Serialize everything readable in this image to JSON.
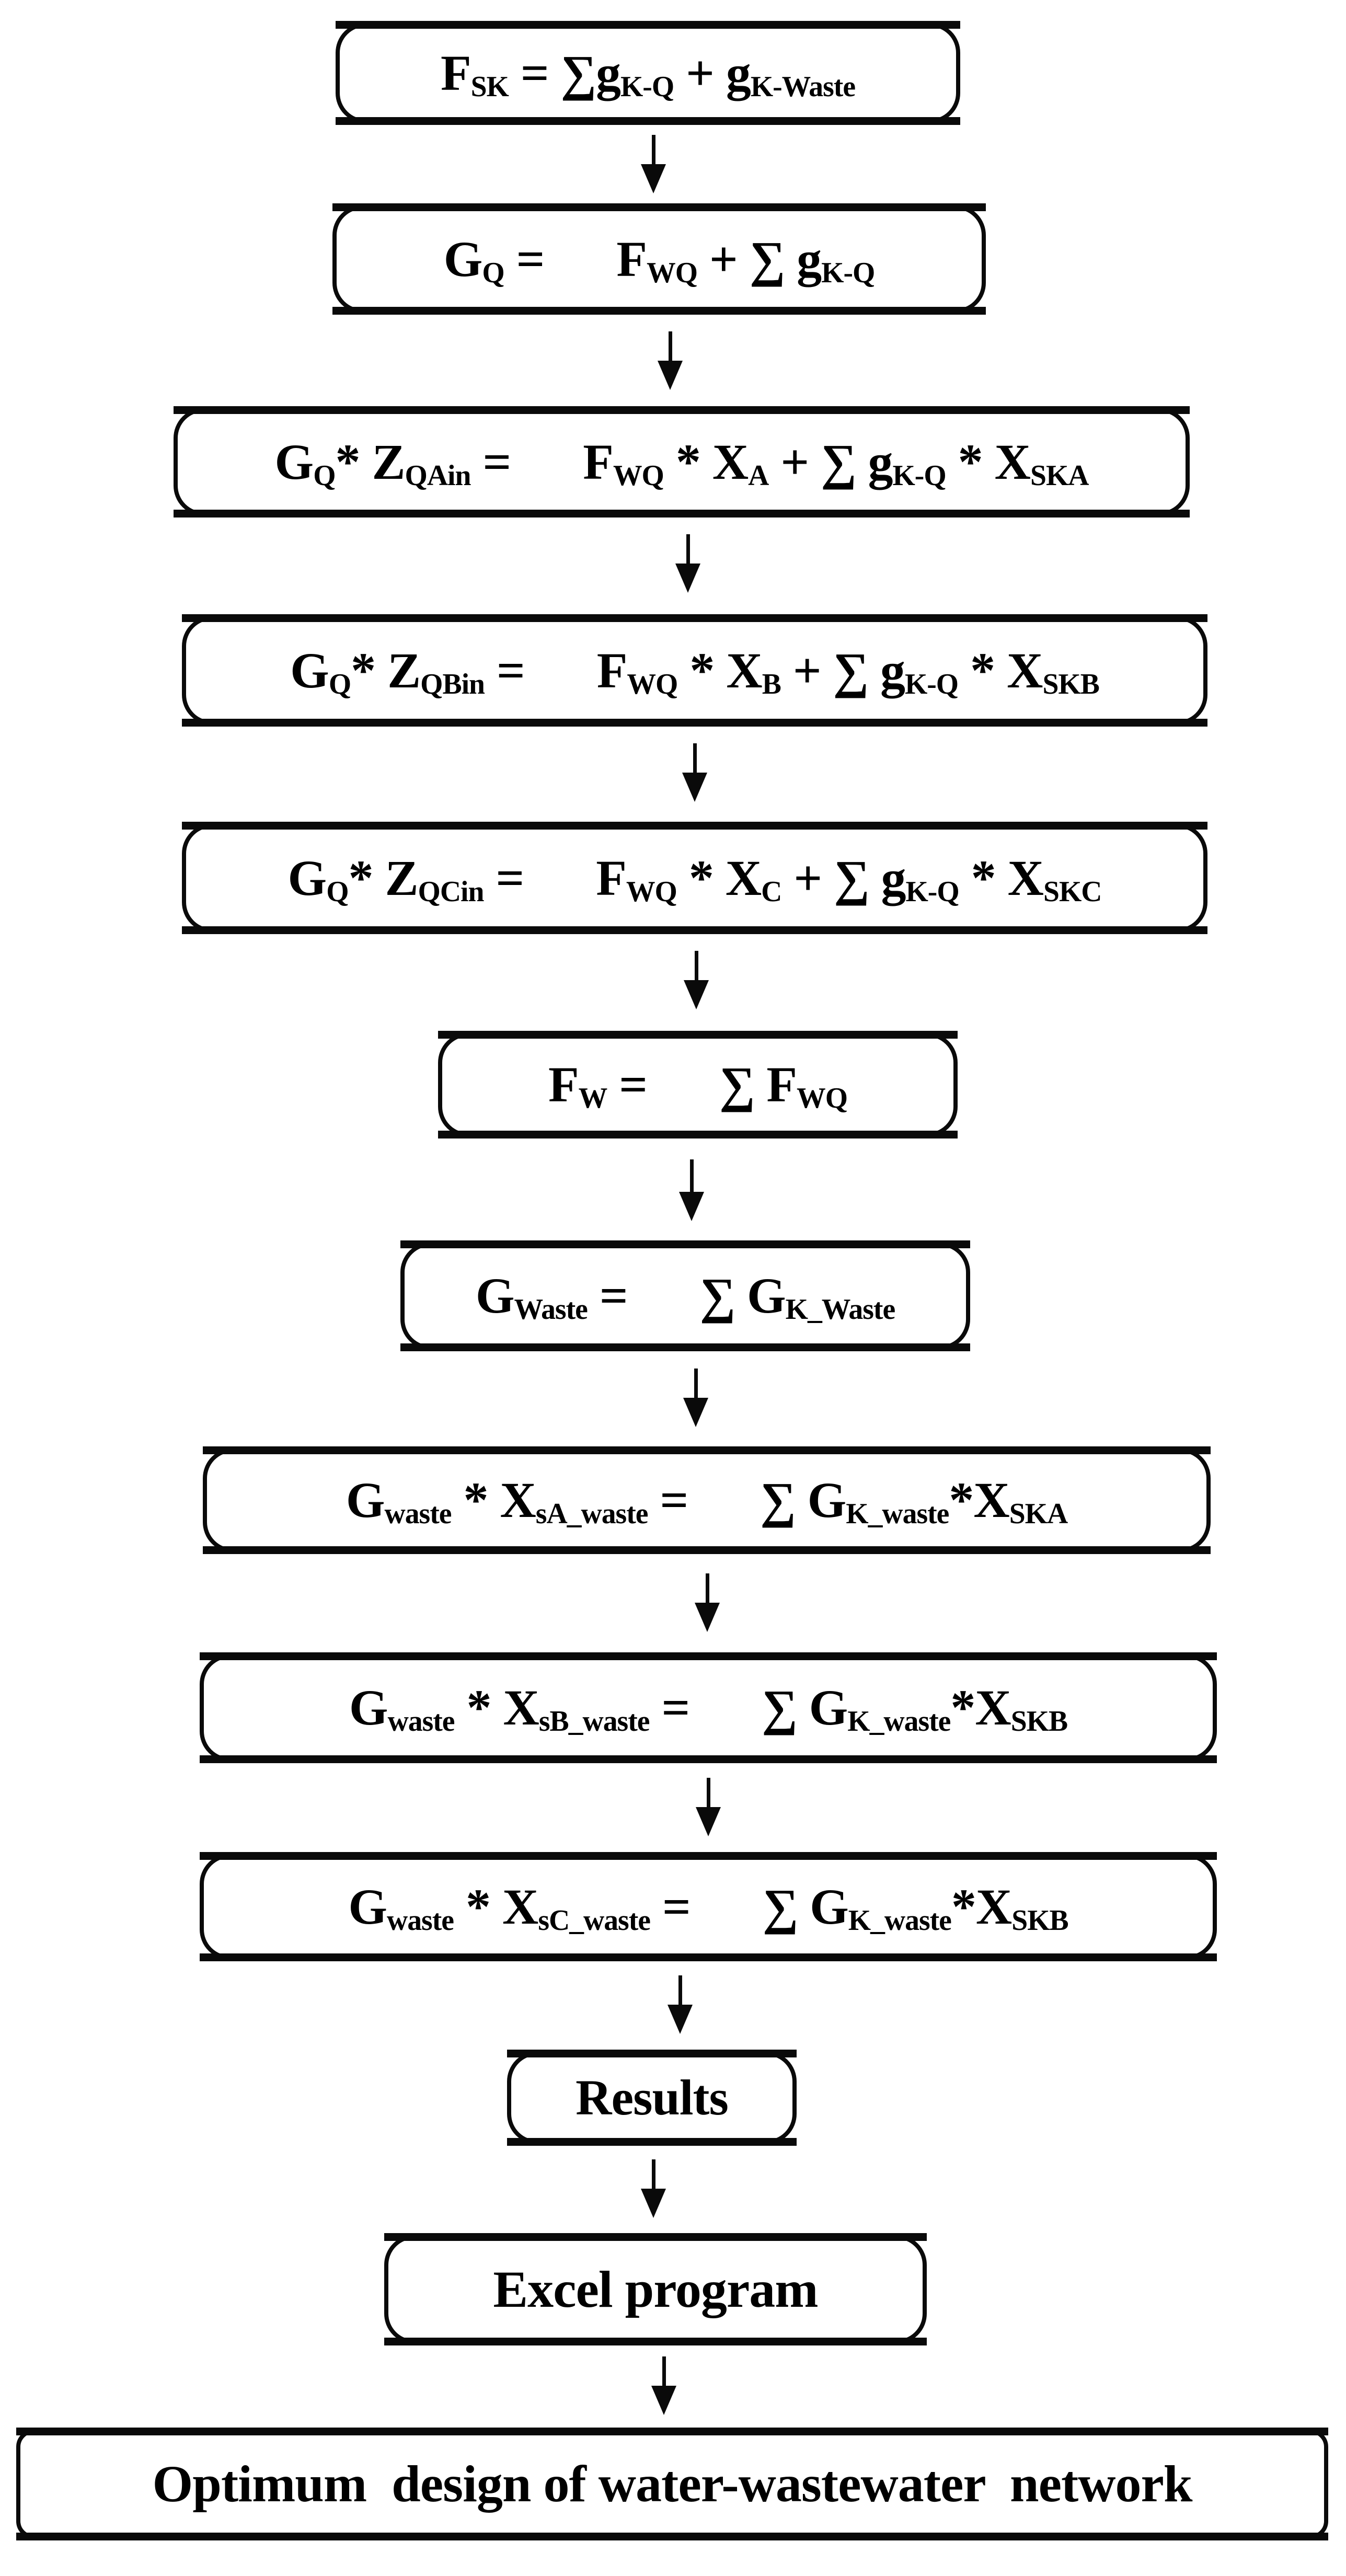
{
  "flowchart": {
    "ink_color": "#0a0a0a",
    "background_color": "#ffffff",
    "connector_icon": "arrow-down",
    "boxes": [
      {
        "name": "fsk",
        "tokens": [
          {
            "t": "F",
            "s": "SK"
          },
          {
            "t": " = ∑g",
            "s": "K-Q"
          },
          {
            "t": " + g",
            "s": "K-Waste"
          }
        ]
      },
      {
        "name": "gq",
        "tokens": [
          {
            "t": "G",
            "s": "Q"
          },
          {
            "t": " =      F",
            "s": "WQ"
          },
          {
            "t": " + ∑ g",
            "s": "K-Q"
          }
        ]
      },
      {
        "name": "gq-zqain",
        "tokens": [
          {
            "t": "G",
            "s": "Q"
          },
          {
            "t": "* Z",
            "s": "QAin"
          },
          {
            "t": " =      F",
            "s": "WQ"
          },
          {
            "t": " * X",
            "s": "A"
          },
          {
            "t": " + ∑ g",
            "s": "K-Q"
          },
          {
            "t": " * X",
            "s": "SKA"
          }
        ]
      },
      {
        "name": "gq-zqbin",
        "tokens": [
          {
            "t": "G",
            "s": "Q"
          },
          {
            "t": "* Z",
            "s": "QBin"
          },
          {
            "t": " =      F",
            "s": "WQ"
          },
          {
            "t": " * X",
            "s": "B"
          },
          {
            "t": " + ∑ g",
            "s": "K-Q"
          },
          {
            "t": " * X",
            "s": "SKB"
          }
        ]
      },
      {
        "name": "gq-zqcin",
        "tokens": [
          {
            "t": "G",
            "s": "Q"
          },
          {
            "t": "* Z",
            "s": "QCin"
          },
          {
            "t": " =      F",
            "s": "WQ"
          },
          {
            "t": " * X",
            "s": "C"
          },
          {
            "t": " + ∑ g",
            "s": "K-Q"
          },
          {
            "t": " * X",
            "s": "SKC"
          }
        ]
      },
      {
        "name": "fw",
        "tokens": [
          {
            "t": "F",
            "s": "W"
          },
          {
            "t": " =      ∑ F",
            "s": "WQ"
          }
        ]
      },
      {
        "name": "gwaste",
        "tokens": [
          {
            "t": "G",
            "s": "Waste"
          },
          {
            "t": " =      ∑ G",
            "s": "K_Waste"
          }
        ]
      },
      {
        "name": "gwaste-xsa",
        "tokens": [
          {
            "t": "G",
            "s": "waste"
          },
          {
            "t": " * X",
            "s": "sA_waste"
          },
          {
            "t": " =      ∑ G",
            "s": "K_waste"
          },
          {
            "t": "*X",
            "s": "SKA"
          }
        ]
      },
      {
        "name": "gwaste-xsb",
        "tokens": [
          {
            "t": "G",
            "s": "waste"
          },
          {
            "t": " * X",
            "s": "sB_waste"
          },
          {
            "t": " =      ∑ G",
            "s": "K_waste"
          },
          {
            "t": "*X",
            "s": "SKB"
          }
        ]
      },
      {
        "name": "gwaste-xsc",
        "tokens": [
          {
            "t": "G",
            "s": "waste"
          },
          {
            "t": " * X",
            "s": "sC_waste"
          },
          {
            "t": " =      ∑ G",
            "s": "K_waste"
          },
          {
            "t": "*X",
            "s": "SKB"
          }
        ]
      },
      {
        "name": "results",
        "label": "Results"
      },
      {
        "name": "excel-program",
        "label": "Excel program"
      },
      {
        "name": "optimum-design",
        "label": "Optimum  design of water-wastewater  network"
      }
    ]
  }
}
